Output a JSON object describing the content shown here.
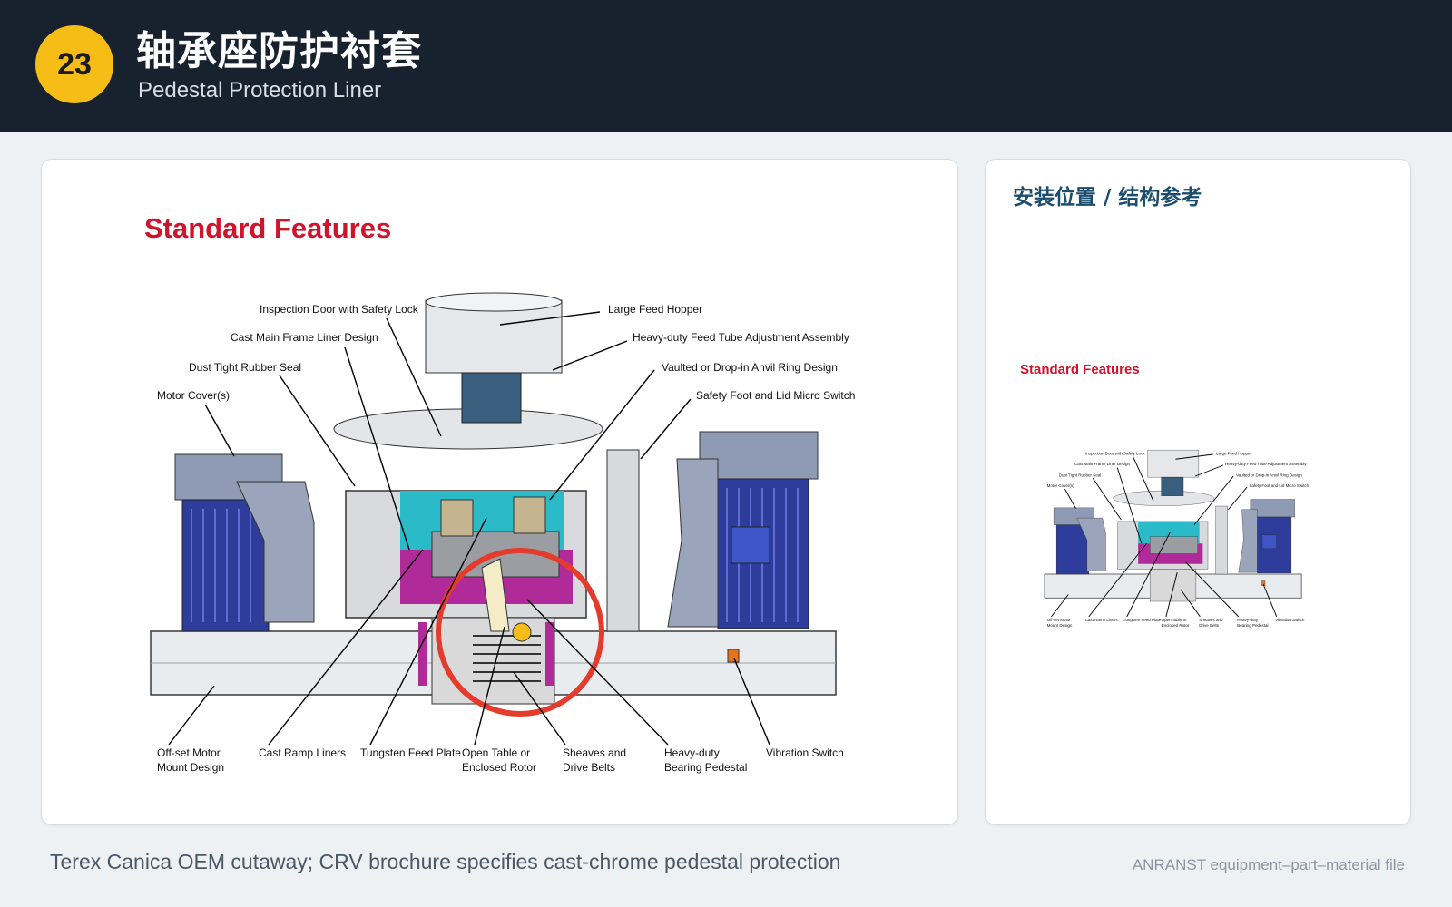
{
  "header": {
    "number": "23",
    "title_zh": "轴承座防护衬套",
    "title_en": "Pedestal Protection Liner"
  },
  "main_figure": {
    "heading": "Standard Features",
    "callouts_top": [
      "Inspection Door with Safety Lock",
      "Cast Main Frame Liner Design",
      "Dust Tight Rubber Seal",
      "Motor Cover(s)",
      "Large Feed Hopper",
      "Heavy-duty Feed Tube Adjustment Assembly",
      "Vaulted or Drop-in Anvil Ring Design",
      "Safety Foot and Lid Micro Switch"
    ],
    "callouts_bottom": [
      [
        "Off-set Motor",
        "Mount Design"
      ],
      [
        "Cast Ramp Liners"
      ],
      [
        "Tungsten Feed Plate"
      ],
      [
        "Open Table or",
        "Enclosed Rotor"
      ],
      [
        "Sheaves and",
        "Drive Belts"
      ],
      [
        "Heavy-duty",
        "Bearing Pedestal"
      ],
      [
        "Vibration Switch"
      ]
    ]
  },
  "side_panel": {
    "title": "安装位置 / 结构参考",
    "heading": "Standard Features"
  },
  "footer": {
    "left": "Terex Canica OEM cutaway; CRV brochure specifies cast-chrome pedestal protection",
    "right": "ANRANST equipment–part–material file"
  },
  "colors": {
    "header_bg": "#18222e",
    "badge": "#f6bd16",
    "brand_red": "#d0142c",
    "highlight_circle": "#e53b2c",
    "motor_blue": "#2e3d9b",
    "liner_teal": "#2bbac8",
    "liner_magenta": "#b12a9a"
  }
}
